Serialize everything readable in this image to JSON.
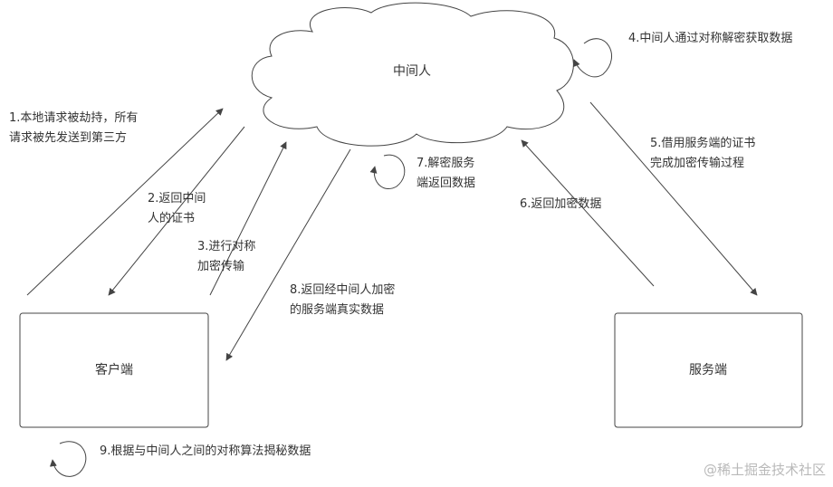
{
  "nodes": {
    "cloud": "中间人",
    "client": "客户端",
    "server": "服务端"
  },
  "steps": {
    "s1": [
      "1.本地请求被劫持，所有",
      "请求被先发送到第三方"
    ],
    "s2": [
      "2.返回中间",
      "人的证书"
    ],
    "s3": [
      "3.进行对称",
      "加密传输"
    ],
    "s4": [
      "4.中间人通过对称解密获取数据"
    ],
    "s5": [
      "5.借用服务端的证书",
      "完成加密传输过程"
    ],
    "s6": [
      "6.返回加密数据"
    ],
    "s7": [
      "7.解密服务",
      "端返回数据"
    ],
    "s8": [
      "8.返回经中间人加密",
      "的服务端真实数据"
    ],
    "s9": [
      "9.根据与中间人之间的对称算法揭秘数据"
    ]
  },
  "watermark": "@稀土掘金技术社区",
  "colors": {
    "stroke": "#444444",
    "text": "#333333",
    "watermark": "#b9b9b9"
  }
}
